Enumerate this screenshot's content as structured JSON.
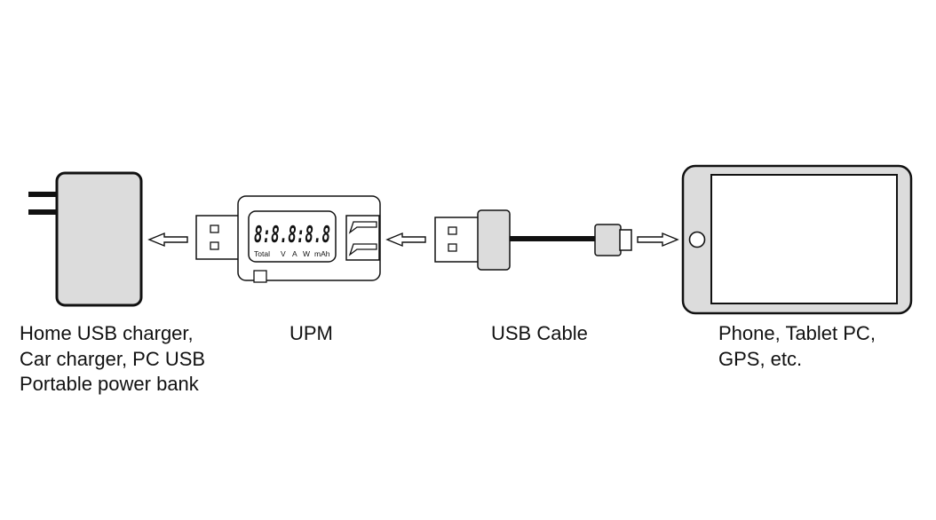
{
  "upm_display": {
    "digits": "8:8.8:8.8",
    "unit_labels": [
      "Total",
      "V",
      "A",
      "W",
      "mAh"
    ]
  },
  "captions": {
    "charger": [
      "Home USB charger,",
      "Car charger, PC USB",
      "Portable power bank"
    ],
    "upm": [
      "UPM"
    ],
    "cable": [
      "USB Cable"
    ],
    "device": [
      "Phone, Tablet PC,",
      "GPS, etc."
    ]
  },
  "colors": {
    "stroke": "#111111",
    "fill_gray": "#dcdcdc",
    "background": "#ffffff"
  }
}
